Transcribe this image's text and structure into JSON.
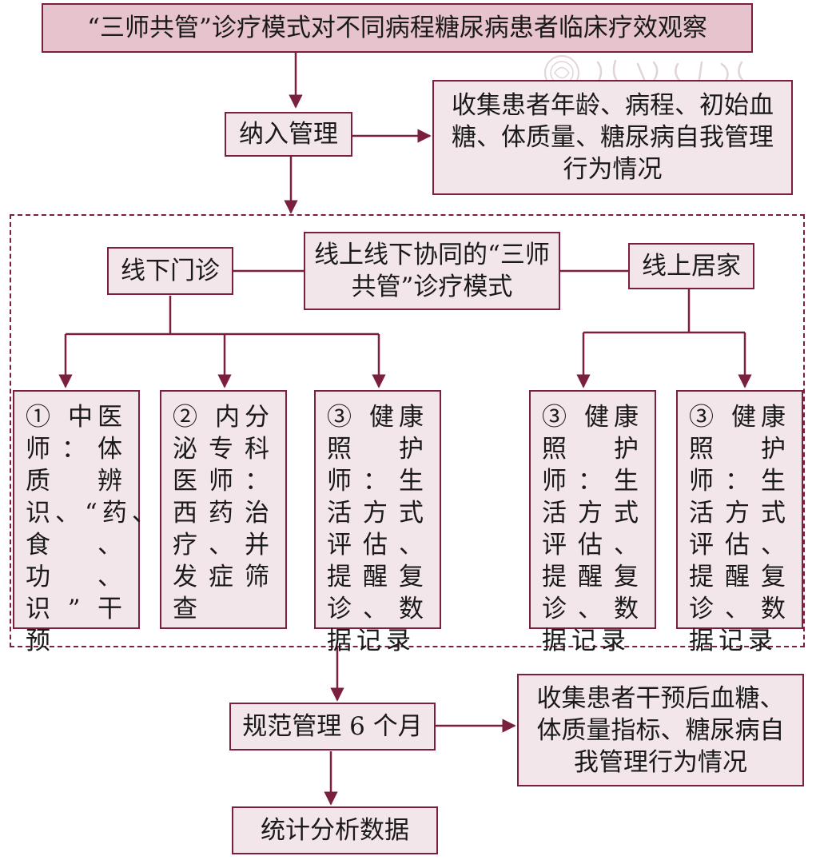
{
  "title": "“三师共管”诊疗模式对不同病程糖尿病患者临床疗效观察",
  "enrollment": "纳入管理",
  "collect_baseline": "收集患者年龄、病程、初始血糖、体质量、糖尿病自我管理行为情况",
  "model": "线上线下协同的“三师共管”诊疗模式",
  "offline": "线下门诊",
  "online": "线上居家",
  "offline_roles": [
    "① 中医师：体质辨识、“药、食、功、识”干预",
    "② 内分泌专科医师：西药治疗、并发症筛查",
    "③ 健康照护师：生活方式评估、提醒复诊、数据记录"
  ],
  "online_roles": [
    "③ 健康照护师：生活方式评估、提醒复诊、数据记录",
    "③ 健康照护师：生活方式评估、提醒复诊、数据记录"
  ],
  "standard_mgmt": "规范管理 6 个月",
  "collect_after": "收集患者干预后血糖、体质量指标、糖尿病自我管理行为情况",
  "analysis": "统计分析数据",
  "colors": {
    "border": "#7a1f3d",
    "fill": "#f3e6ea",
    "title_fill": "#e7c3cd"
  }
}
